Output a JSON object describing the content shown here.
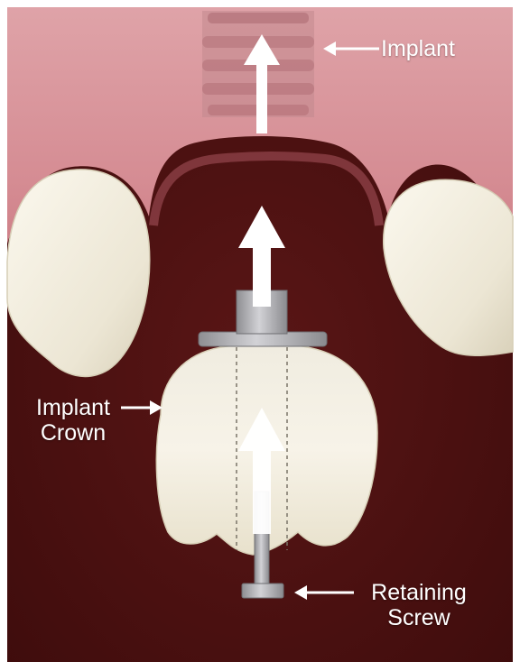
{
  "labels": {
    "implant": "Implant",
    "implant_crown_line1": "Implant",
    "implant_crown_line2": "Crown",
    "retaining_screw_line1": "Retaining",
    "retaining_screw_line2": "Screw"
  },
  "colors": {
    "background": "#4f1212",
    "gum": "#d9979d",
    "gum_dark": "#b8636c",
    "tooth": "#f5f1e4",
    "metal": "#b4b4b8",
    "arrow": "#ffffff"
  }
}
